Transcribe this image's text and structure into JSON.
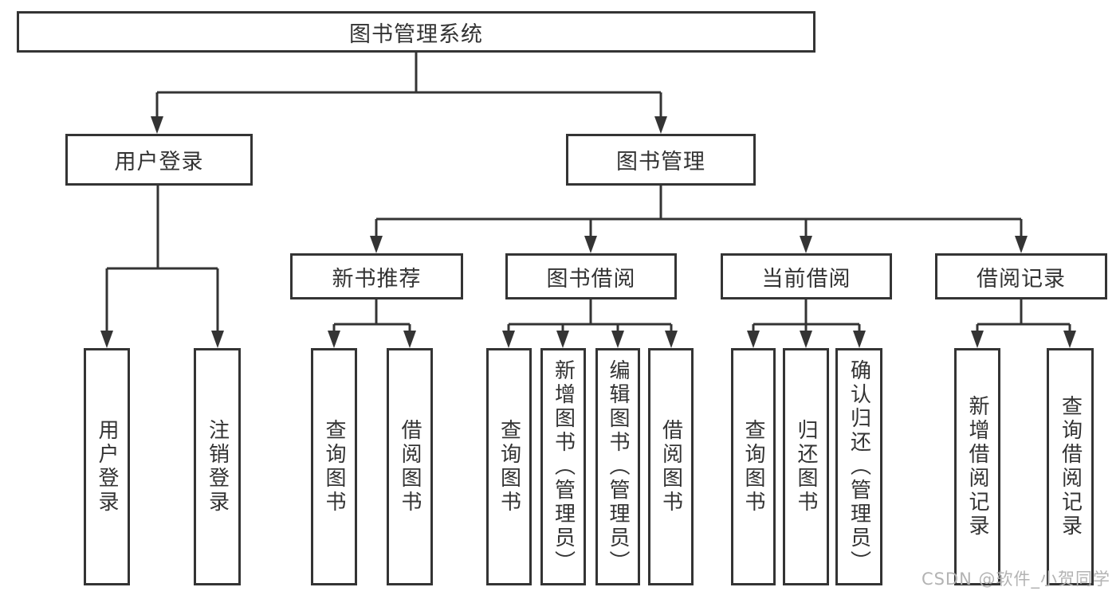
{
  "colors": {
    "line": "#343434",
    "box_border": "#343434",
    "text": "#333333",
    "background": "#ffffff",
    "watermark": "#b3b3b3"
  },
  "watermark": {
    "text": "CSDN @软件_小贺同学"
  },
  "tree": {
    "root": {
      "label": "图书管理系统"
    },
    "children": [
      {
        "label": "用户登录",
        "children": [
          {
            "label": "用户登录"
          },
          {
            "label": "注销登录"
          }
        ]
      },
      {
        "label": "图书管理",
        "children": [
          {
            "label": "新书推荐",
            "children": [
              {
                "label": "查询图书"
              },
              {
                "label": "借阅图书"
              }
            ]
          },
          {
            "label": "图书借阅",
            "children": [
              {
                "label": "查询图书"
              },
              {
                "label": "新增图书（管理员）"
              },
              {
                "label": "编辑图书（管理员）"
              },
              {
                "label": "借阅图书"
              }
            ]
          },
          {
            "label": "当前借阅",
            "children": [
              {
                "label": "查询图书"
              },
              {
                "label": "归还图书"
              },
              {
                "label": "确认归还（管理员）"
              }
            ]
          },
          {
            "label": "借阅记录",
            "children": [
              {
                "label": "新增借阅记录"
              },
              {
                "label": "查询借阅记录"
              }
            ]
          }
        ]
      }
    ]
  }
}
